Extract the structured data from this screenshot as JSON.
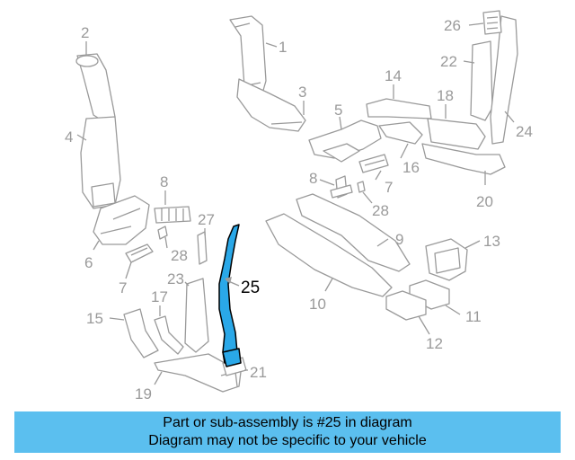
{
  "diagram": {
    "highlighted_part": "25",
    "callouts": [
      "1",
      "2",
      "3",
      "4",
      "5",
      "6",
      "7",
      "7",
      "8",
      "8",
      "9",
      "10",
      "11",
      "12",
      "13",
      "14",
      "15",
      "16",
      "17",
      "18",
      "19",
      "20",
      "21",
      "22",
      "23",
      "24",
      "25",
      "26",
      "27",
      "28",
      "28"
    ]
  },
  "banner": {
    "line1": "Part or sub-assembly is #25 in diagram",
    "line2": "Diagram may not be specific to your vehicle"
  },
  "colors": {
    "banner": "#5bbfef",
    "highlight": "#2aa8e8",
    "linework": "#9a9a9a"
  }
}
